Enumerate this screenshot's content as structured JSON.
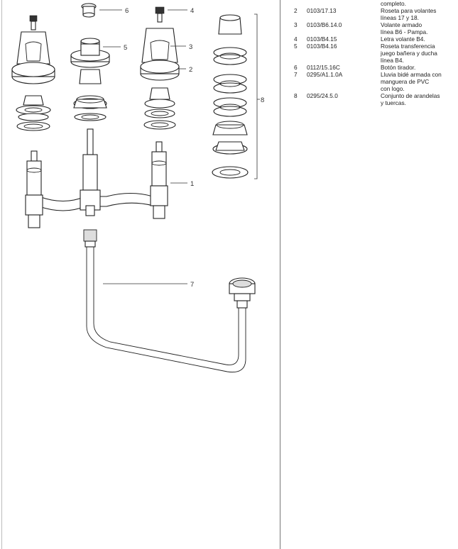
{
  "diagram": {
    "callouts": [
      "6",
      "4",
      "5",
      "3",
      "2",
      "8",
      "1",
      "7"
    ]
  },
  "parts": [
    {
      "num": "",
      "code": "",
      "desc": [
        "completo."
      ]
    },
    {
      "num": "2",
      "code": "0103/17.13",
      "desc": [
        "Roseta para volantes",
        "líneas 17 y 18."
      ]
    },
    {
      "num": "3",
      "code": "0103/B6.14.0",
      "desc": [
        "Volante armado",
        "línea B6 - Pampa."
      ]
    },
    {
      "num": "4",
      "code": "0103/B4.15",
      "desc": [
        "Letra volante B4."
      ]
    },
    {
      "num": "5",
      "code": "0103/B4.16",
      "desc": [
        "Roseta transferencia",
        "juego bañera y ducha",
        "línea B4."
      ]
    },
    {
      "num": "6",
      "code": "0112/15.16C",
      "desc": [
        "Botón tirador."
      ]
    },
    {
      "num": "7",
      "code": "0295/A1.1.0A",
      "desc": [
        "Lluvia bidé armada con",
        "manguera de PVC",
        "con logo."
      ]
    },
    {
      "num": "8",
      "code": "0295/24.5.0",
      "desc": [
        "Conjunto de arandelas",
        "y tuercas."
      ]
    }
  ]
}
